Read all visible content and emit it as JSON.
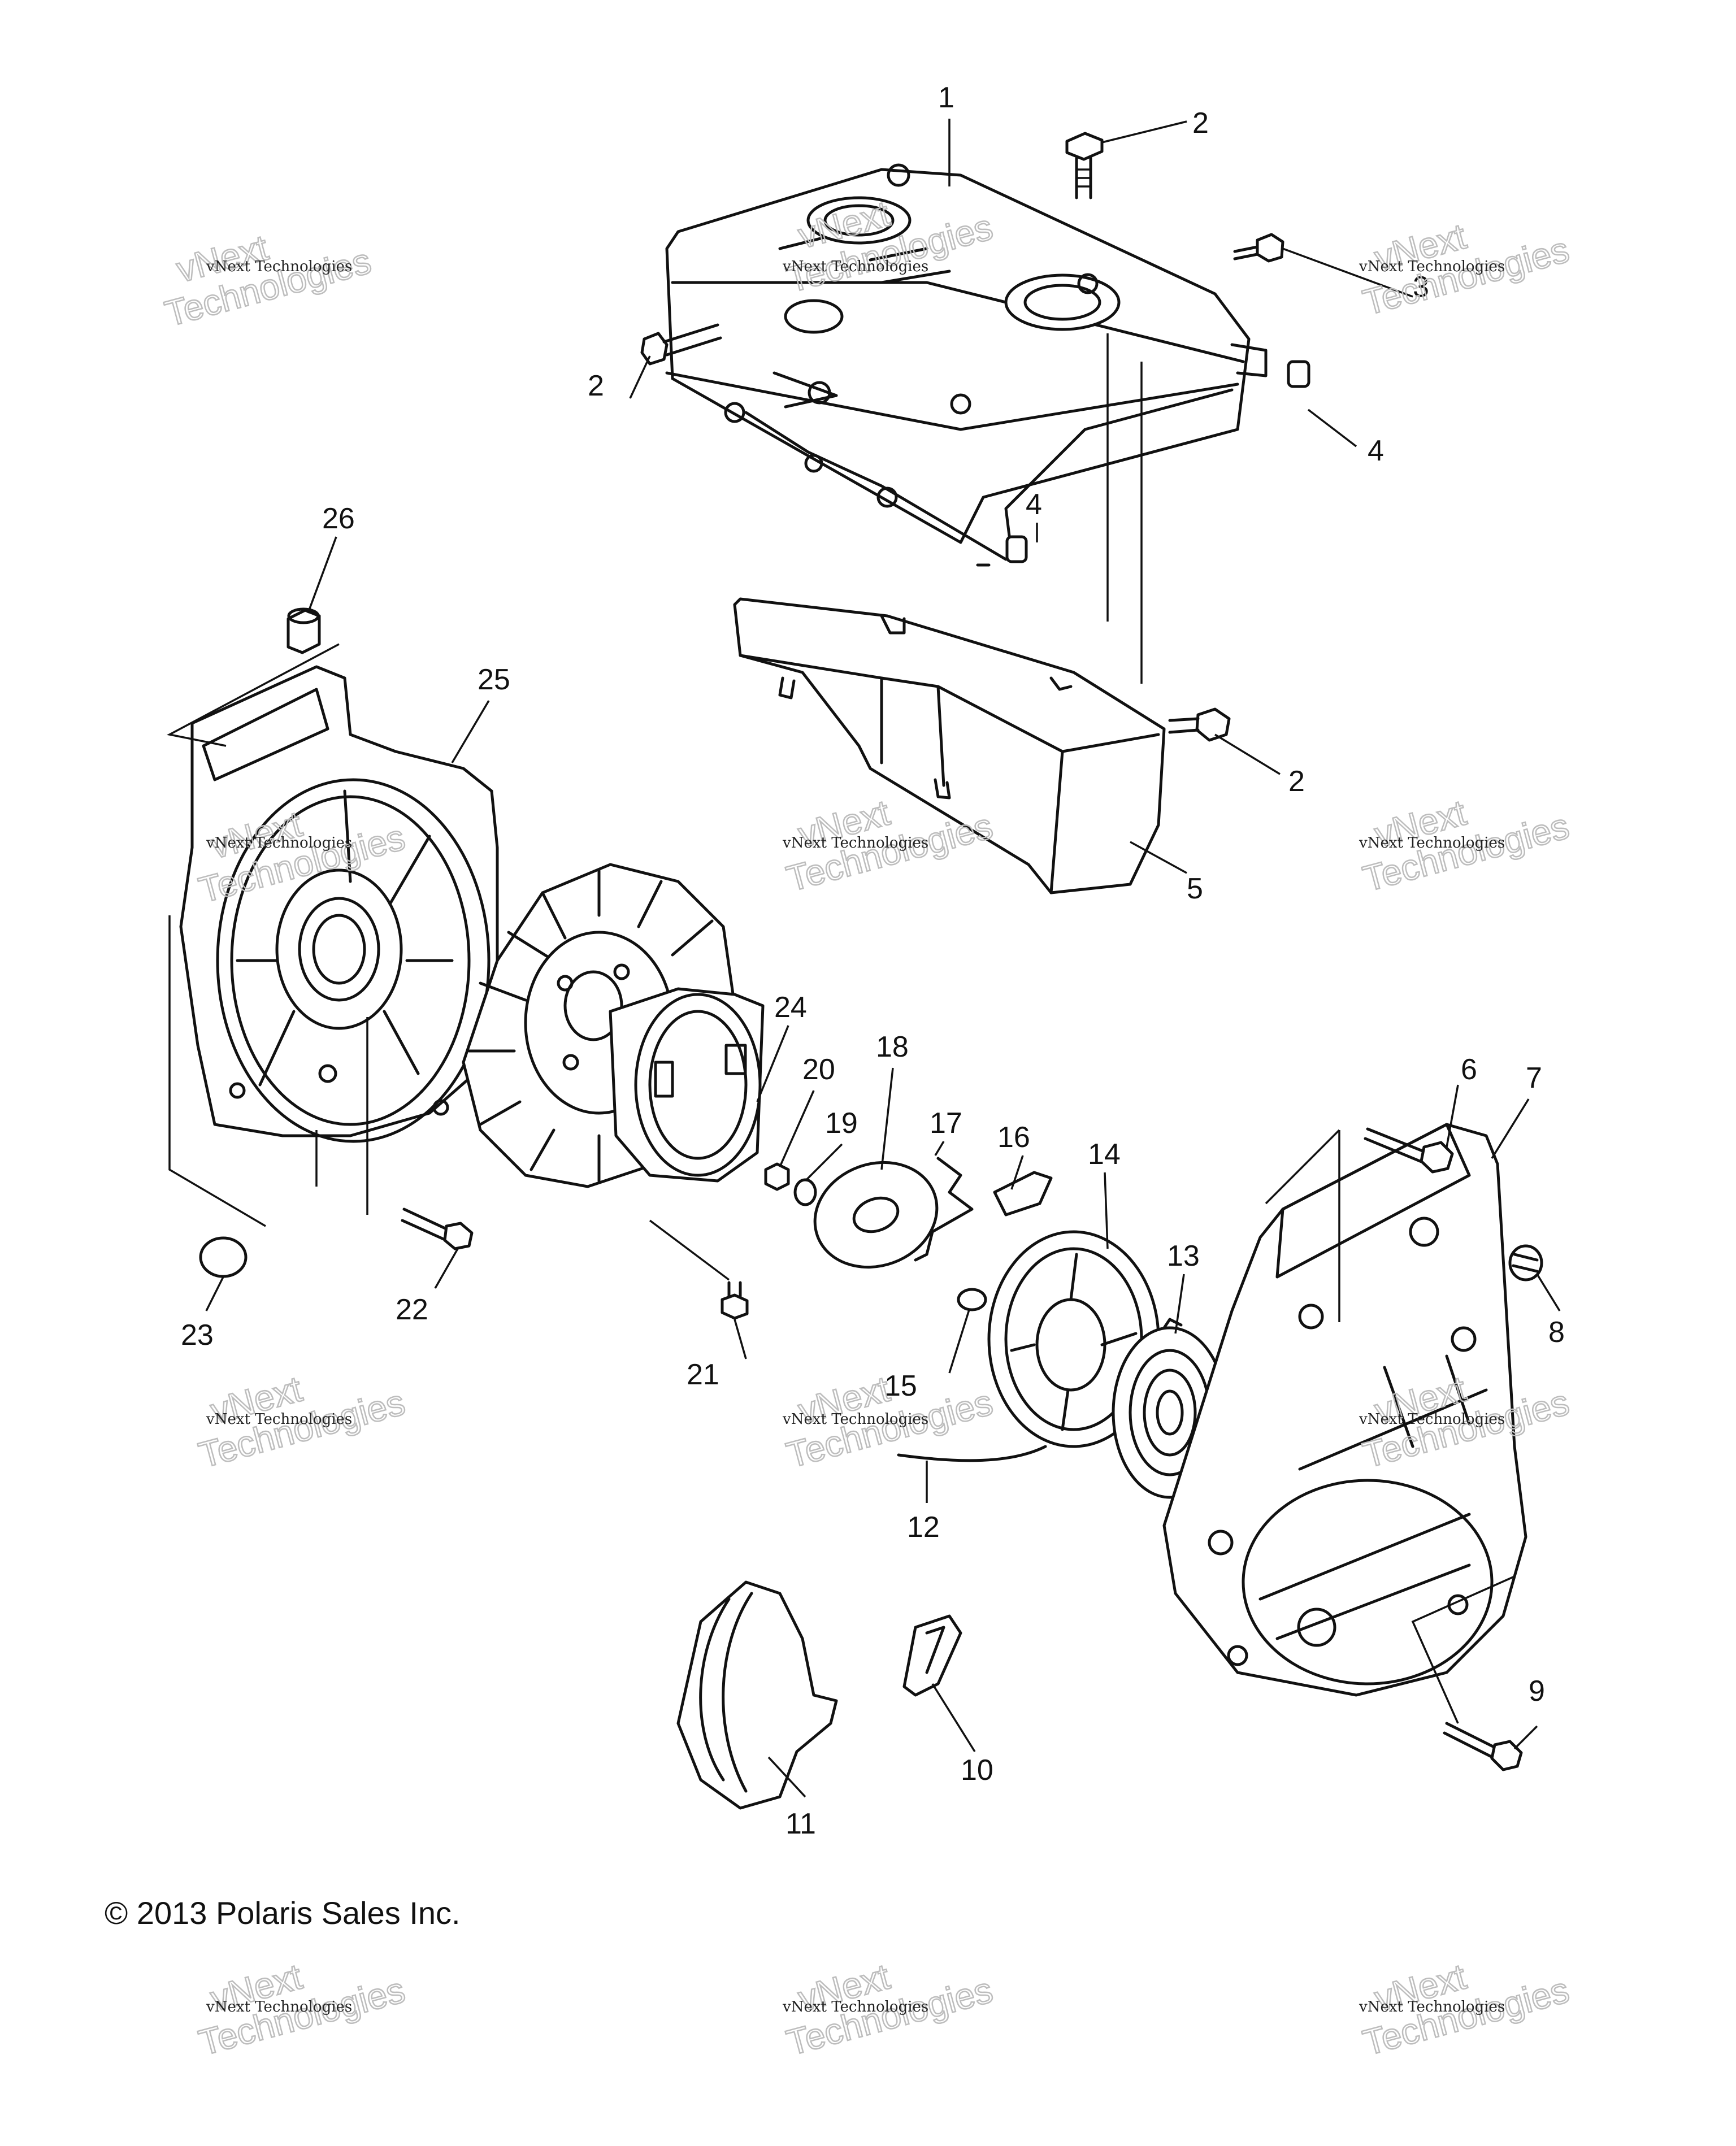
{
  "copyright": "© 2013 Polaris Sales Inc.",
  "watermark": {
    "line1": "vNext Technologies",
    "line2": "vNext",
    "line3": "Technologies"
  },
  "callouts": [
    "1",
    "2",
    "2",
    "2",
    "3",
    "4",
    "4",
    "5",
    "6",
    "7",
    "8",
    "9",
    "10",
    "11",
    "12",
    "13",
    "14",
    "15",
    "16",
    "17",
    "18",
    "19",
    "20",
    "21",
    "22",
    "23",
    "24",
    "25",
    "26"
  ]
}
